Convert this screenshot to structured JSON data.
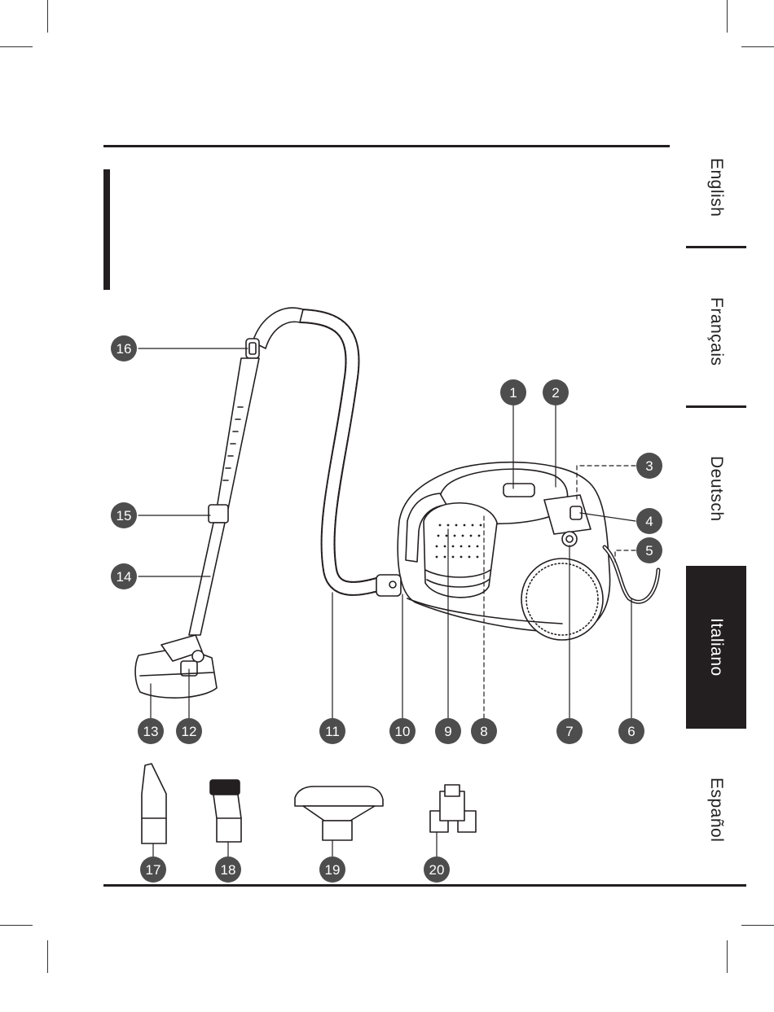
{
  "languages": {
    "items": [
      {
        "label": "English"
      },
      {
        "label": "Français"
      },
      {
        "label": "Deutsch"
      },
      {
        "label": "Italiano",
        "active": true
      },
      {
        "label": "Español"
      }
    ]
  },
  "callouts": {
    "c1": "1",
    "c2": "2",
    "c3": "3",
    "c4": "4",
    "c5": "5",
    "c6": "6",
    "c7": "7",
    "c8": "8",
    "c9": "9",
    "c10": "10",
    "c11": "11",
    "c12": "12",
    "c13": "13",
    "c14": "14",
    "c15": "15",
    "c16": "16",
    "c17": "17",
    "c18": "18",
    "c19": "19",
    "c20": "20"
  },
  "colors": {
    "ink": "#231f20",
    "badge": "#4d4d4d"
  }
}
